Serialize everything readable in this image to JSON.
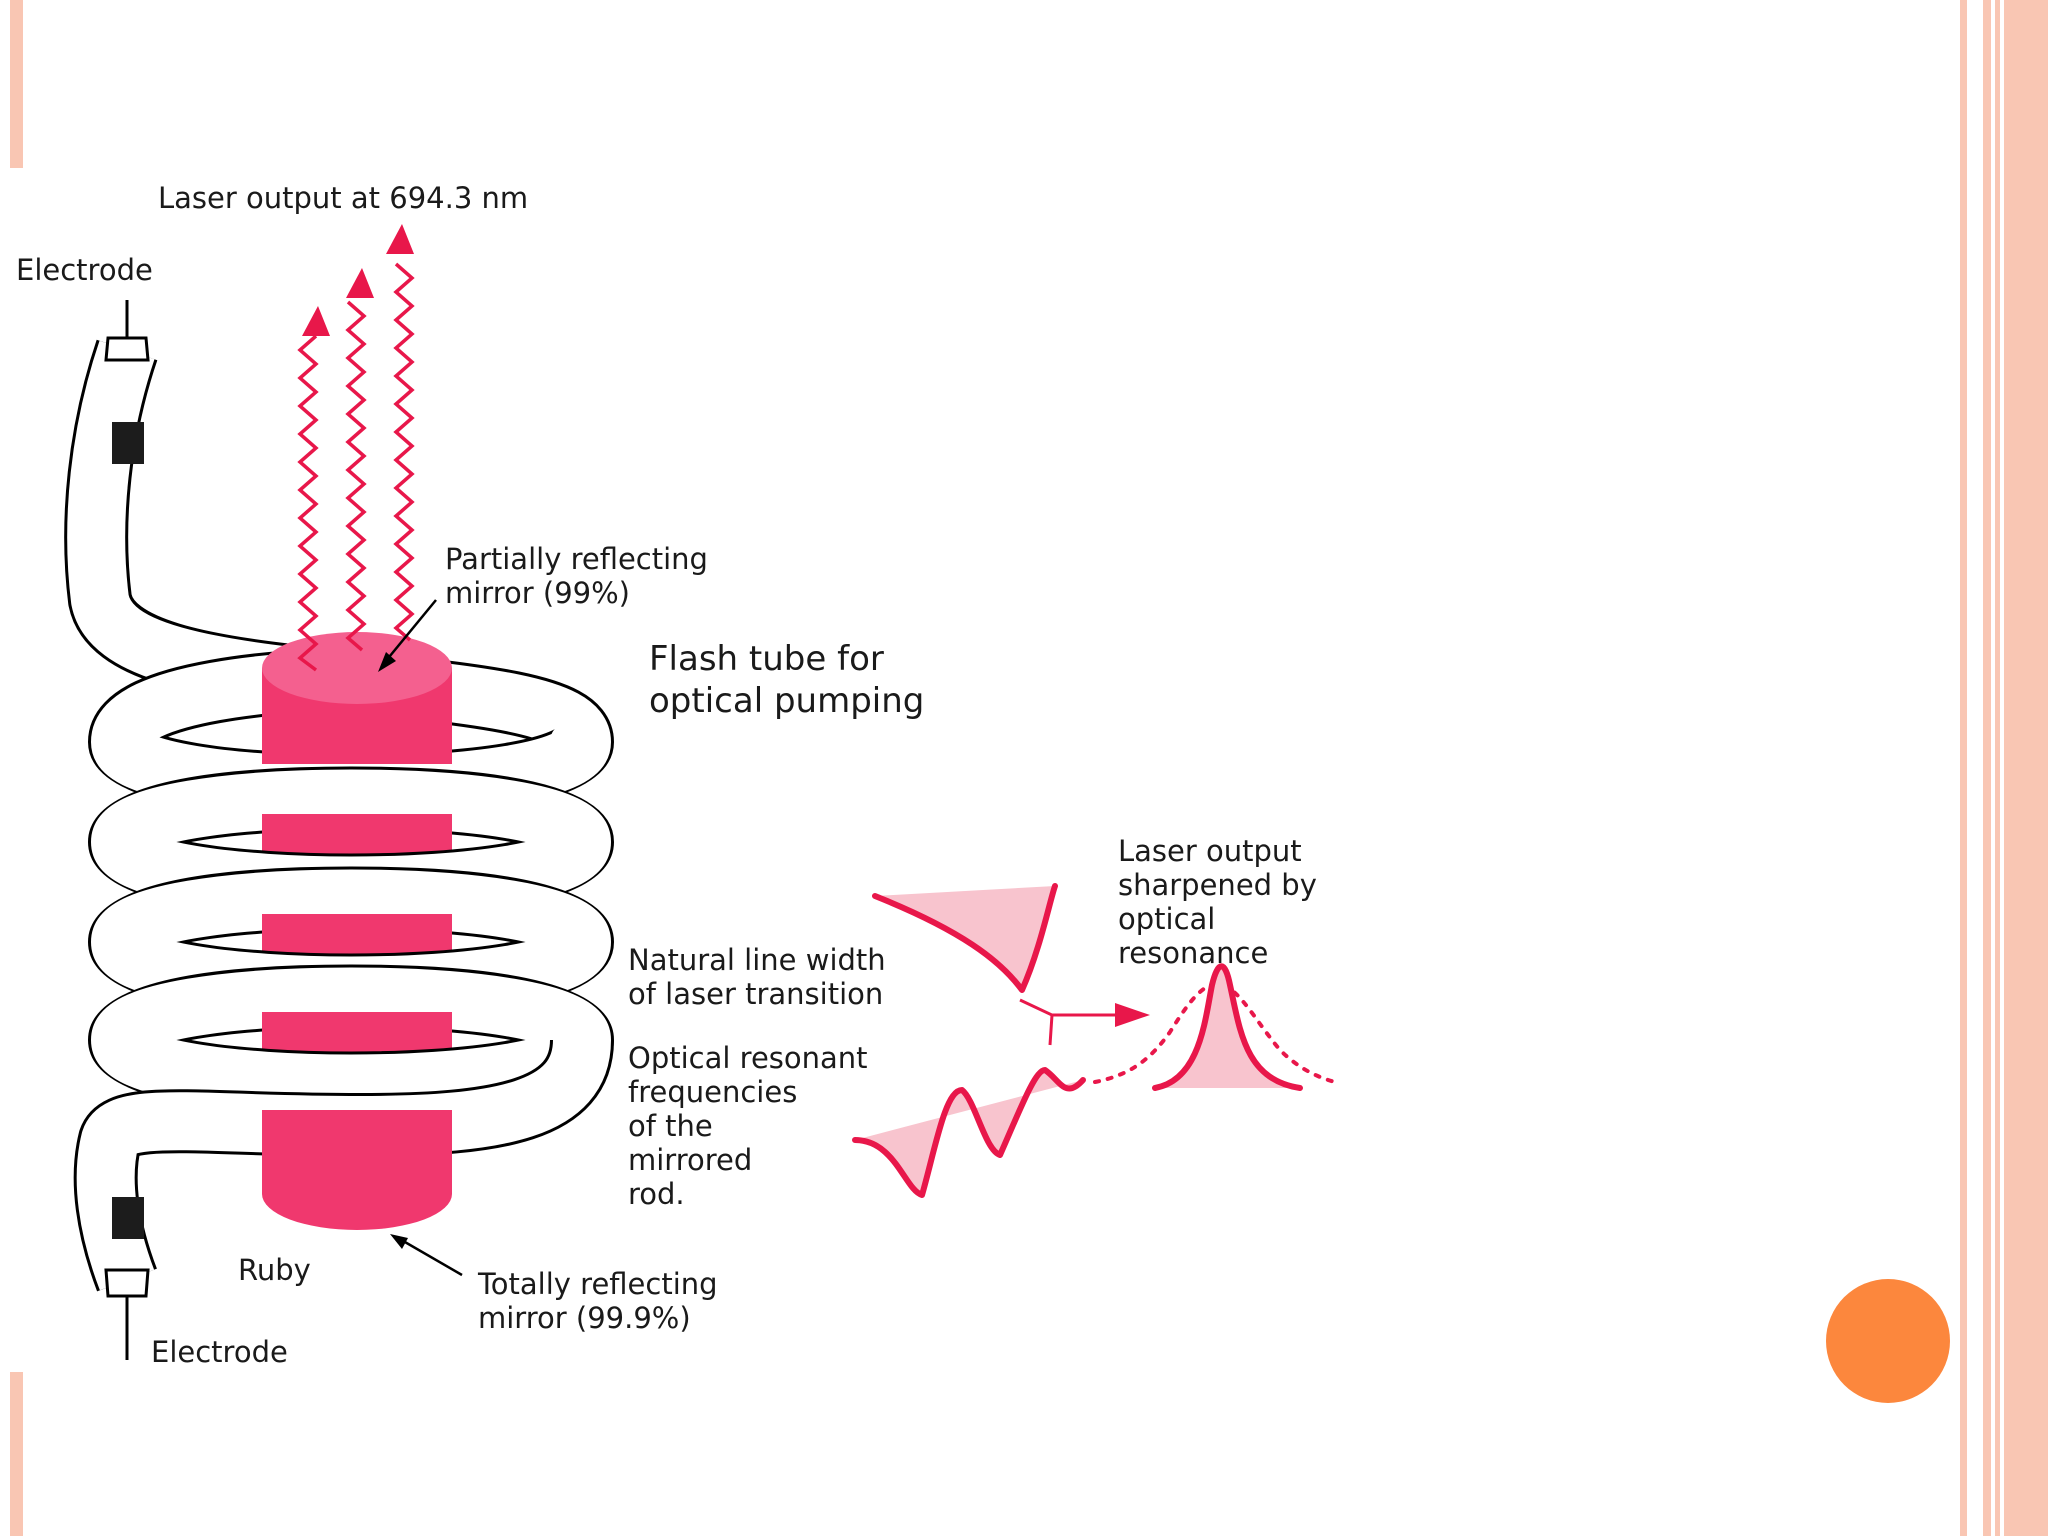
{
  "diagram": {
    "labels": {
      "laser_output": "Laser output at 694.3 nm",
      "electrode_top": "Electrode",
      "electrode_bottom": "Electrode",
      "partial_mirror_1": "Partially reflecting",
      "partial_mirror_2": "mirror (99%)",
      "flash_tube_1": "Flash tube for",
      "flash_tube_2": "optical pumping",
      "natural_line_1": "Natural line width",
      "natural_line_2": "of laser transition",
      "resonant_1": "Optical resonant",
      "resonant_2": "frequencies",
      "resonant_3": "of the",
      "resonant_4": "mirrored",
      "resonant_5": "rod.",
      "sharpened_1": "Laser output",
      "sharpened_2": "sharpened by",
      "sharpened_3": "optical",
      "sharpened_4": "resonance",
      "ruby": "Ruby",
      "total_mirror_1": "Totally reflecting",
      "total_mirror_2": "mirror (99.9%)"
    }
  },
  "theme": {
    "ruby_color": "#f0386e",
    "ruby_top_color": "#f4608f",
    "laser_color": "#e8174a",
    "fill_color": "#f8c4ce",
    "border_color": "#f9c6b3",
    "accent_dot_color": "#fc873d"
  }
}
